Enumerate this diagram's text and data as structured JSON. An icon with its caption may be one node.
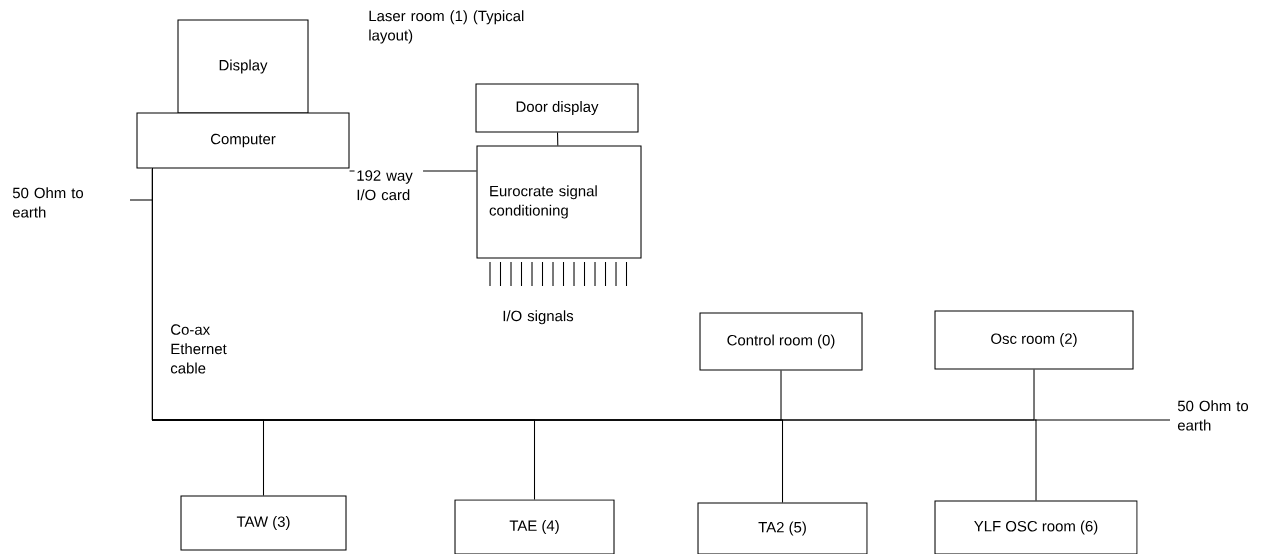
{
  "diagram": {
    "nodes": [
      {
        "text": [
          "Display"
        ]
      },
      {
        "text": [
          "Computer"
        ]
      },
      {
        "text": [
          "Door display"
        ]
      },
      {
        "text": [
          "Eurocrate signal conditioning"
        ]
      },
      {
        "text": [
          "Control room (0)"
        ]
      },
      {
        "text": [
          "Osc room (2)"
        ]
      },
      {
        "text": [
          "TAW (3)"
        ]
      },
      {
        "text": [
          "TAE (4)"
        ]
      },
      {
        "text": [
          "TA2 (5)"
        ]
      },
      {
        "text": [
          "YLF OSC room (6)"
        ]
      }
    ],
    "edges": [
      {
        "from": 1,
        "to": 3,
        "arrow": "none",
        "label": "192 way I/O card"
      },
      {
        "from": 2,
        "to": 3,
        "arrow": "none"
      },
      {
        "from": 1,
        "to": 6,
        "arrow": "none"
      },
      {
        "from": 1,
        "to": 7,
        "arrow": "none"
      },
      {
        "from": 1,
        "to": 4,
        "arrow": "none"
      },
      {
        "from": 1,
        "to": 8,
        "arrow": "none"
      },
      {
        "from": 1,
        "to": 5,
        "arrow": "none"
      },
      {
        "from": 1,
        "to": 9,
        "arrow": "none"
      }
    ],
    "labels": [
      "Laser room (1) (Typical layout)",
      "50 Ohm to earth",
      "Co-ax Ethernet cable",
      "I/O signals",
      "50 Ohm to earth"
    ]
  }
}
